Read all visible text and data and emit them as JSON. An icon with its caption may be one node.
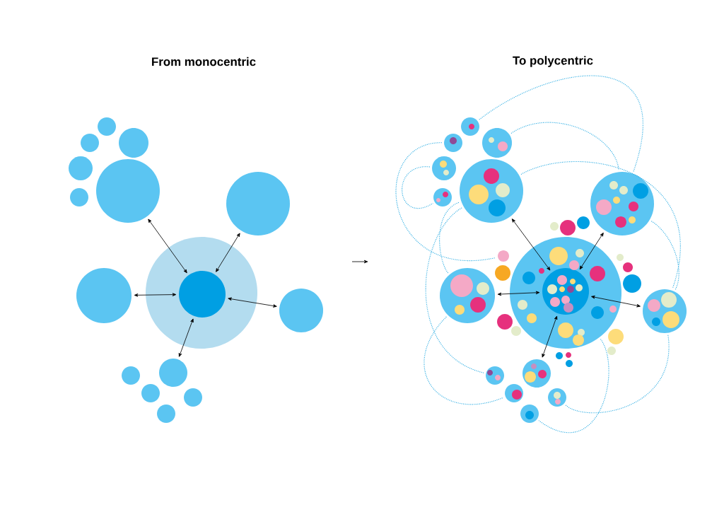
{
  "diagram": {
    "nodes": [
      {
        "text": [],
        "shape": "circle"
      },
      {
        "text": [],
        "shape": "circle",
        "in": 0
      },
      {
        "text": [],
        "shape": "circle"
      },
      {
        "text": [],
        "shape": "circle"
      },
      {
        "text": [],
        "shape": "circle"
      },
      {
        "text": [],
        "shape": "circle"
      },
      {
        "text": [],
        "shape": "circle"
      },
      {
        "text": [],
        "shape": "circle"
      },
      {
        "text": [],
        "shape": "circle"
      },
      {
        "text": [],
        "shape": "circle"
      },
      {
        "text": [],
        "shape": "circle"
      },
      {
        "text": [],
        "shape": "circle"
      },
      {
        "text": [],
        "shape": "circle"
      },
      {
        "text": [],
        "shape": "circle"
      },
      {
        "text": [],
        "shape": "circle"
      },
      {
        "text": [],
        "shape": "circle"
      },
      {
        "text": [],
        "shape": "circle"
      },
      {
        "text": [],
        "shape": "circle",
        "in": 16
      },
      {
        "text": [],
        "shape": "circle"
      },
      {
        "text": [],
        "shape": "circle"
      },
      {
        "text": [],
        "shape": "circle"
      },
      {
        "text": [],
        "shape": "circle"
      },
      {
        "text": [],
        "shape": "circle"
      },
      {
        "text": [],
        "shape": "circle"
      },
      {
        "text": [],
        "shape": "circle"
      },
      {
        "text": [],
        "shape": "circle"
      },
      {
        "text": [],
        "shape": "circle"
      },
      {
        "text": [],
        "shape": "circle"
      },
      {
        "text": [],
        "shape": "circle"
      },
      {
        "text": [],
        "shape": "circle"
      },
      {
        "text": [],
        "shape": "circle"
      },
      {
        "text": [],
        "shape": "circle"
      },
      {
        "text": [],
        "shape": "circle"
      }
    ],
    "edges": [
      {
        "from": 2,
        "to": 1,
        "arrow": "both",
        "color": "#000000"
      },
      {
        "from": 3,
        "to": 1,
        "arrow": "both",
        "color": "#000000"
      },
      {
        "from": 4,
        "to": 1,
        "arrow": "both",
        "color": "#000000"
      },
      {
        "from": 5,
        "to": 1,
        "arrow": "both",
        "color": "#000000"
      },
      {
        "from": 6,
        "to": 1,
        "arrow": "both",
        "color": "#000000"
      },
      {
        "from": 18,
        "to": 17,
        "arrow": "both",
        "color": "#000000"
      },
      {
        "from": 19,
        "to": 17,
        "arrow": "both",
        "color": "#000000"
      },
      {
        "from": 20,
        "to": 17,
        "arrow": "both",
        "color": "#000000"
      },
      {
        "from": 21,
        "to": 17,
        "arrow": "both",
        "color": "#000000"
      },
      {
        "from": 22,
        "to": 17,
        "arrow": "both",
        "color": "#000000"
      },
      {
        "from": 23,
        "to": 19,
        "arrow": "none",
        "style": "dashed",
        "color": "#29abe2"
      },
      {
        "from": 25,
        "to": 19,
        "arrow": "none",
        "style": "dashed",
        "color": "#29abe2"
      },
      {
        "from": 24,
        "to": 32,
        "arrow": "none",
        "style": "dashed",
        "color": "#29abe2"
      },
      {
        "from": 26,
        "to": 27,
        "arrow": "none",
        "style": "dashed",
        "color": "#29abe2"
      },
      {
        "from": 18,
        "to": 28,
        "arrow": "none",
        "style": "dashed",
        "color": "#29abe2"
      },
      {
        "from": 18,
        "to": 21,
        "arrow": "none",
        "style": "dashed",
        "color": "#29abe2"
      },
      {
        "from": 20,
        "to": 18,
        "arrow": "none",
        "style": "dashed",
        "color": "#29abe2"
      },
      {
        "from": 20,
        "to": 29,
        "arrow": "none",
        "style": "dashed",
        "color": "#29abe2"
      },
      {
        "from": 19,
        "to": 21,
        "arrow": "none",
        "style": "dashed",
        "color": "#29abe2"
      },
      {
        "from": 21,
        "to": 30,
        "arrow": "none",
        "style": "dashed",
        "color": "#29abe2"
      },
      {
        "from": 16,
        "to": 31,
        "arrow": "none",
        "style": "dashed",
        "color": "#29abe2"
      }
    ],
    "labels": [
      "From monocentric",
      "To polycentric"
    ]
  }
}
